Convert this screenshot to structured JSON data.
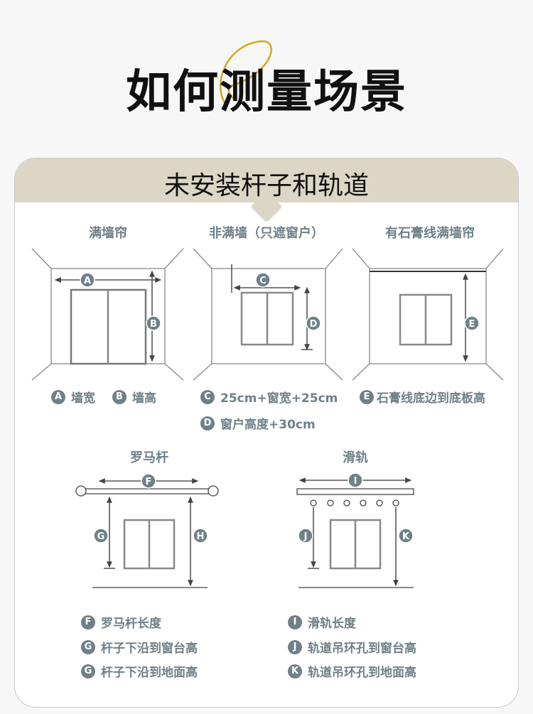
{
  "page_title": "如何测量场景",
  "section_title": "未安装杆子和轨道",
  "colors": {
    "header_bg": "#dcd6c6",
    "label": "#6f8088",
    "accent_swirl": "#d9a520"
  },
  "scenes": [
    {
      "title": "满墙帘",
      "markers": [
        "A",
        "B"
      ]
    },
    {
      "title": "非满墙（只遮窗户）",
      "markers": [
        "C",
        "D"
      ]
    },
    {
      "title": "有石膏线满墙帘",
      "markers": [
        "E"
      ]
    }
  ],
  "legend_top": [
    {
      "badge": "A",
      "text": "墙宽"
    },
    {
      "badge": "B",
      "text": "墙高"
    },
    {
      "badge": "C",
      "text": "25cm+窗宽+25cm"
    },
    {
      "badge": "D",
      "text": "窗户高度+30cm"
    },
    {
      "badge": "E",
      "text": "石膏线底边到底板高"
    }
  ],
  "rod_titles": {
    "roman": "罗马杆",
    "track": "滑轨"
  },
  "rod_markers": {
    "roman": [
      "F",
      "G",
      "H"
    ],
    "track": [
      "I",
      "J",
      "K"
    ]
  },
  "legend_bottom_left": [
    {
      "badge": "F",
      "text": "罗马杆长度"
    },
    {
      "badge": "G",
      "text": "杆子下沿到窗台高"
    },
    {
      "badge": "G",
      "text": "杆子下沿到地面高"
    }
  ],
  "legend_bottom_right": [
    {
      "badge": "I",
      "text": "滑轨长度"
    },
    {
      "badge": "J",
      "text": "轨道吊环孔到窗台高"
    },
    {
      "badge": "K",
      "text": "轨道吊环孔到地面高"
    }
  ]
}
